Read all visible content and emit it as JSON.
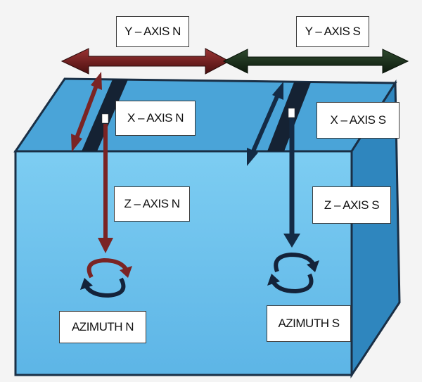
{
  "labels": {
    "y_axis_n": "Y – AXIS N",
    "y_axis_s": "Y – AXIS S",
    "x_axis_n": "X – AXIS N",
    "x_axis_s": "X – AXIS S",
    "z_axis_n": "Z – AXIS N",
    "z_axis_s": "Z – AXIS S",
    "azimuth_n": "AZIMUTH N",
    "azimuth_s": "AZIMUTH S"
  },
  "icons": {
    "azimuth_n": "rotation-arrows-icon",
    "azimuth_s": "rotation-arrows-icon"
  },
  "colors": {
    "n_side": "#7a2424",
    "s_side": "#142b45",
    "box_front": "#6fc3ec",
    "box_top": "#4fa7d9",
    "box_side": "#2f86be"
  }
}
